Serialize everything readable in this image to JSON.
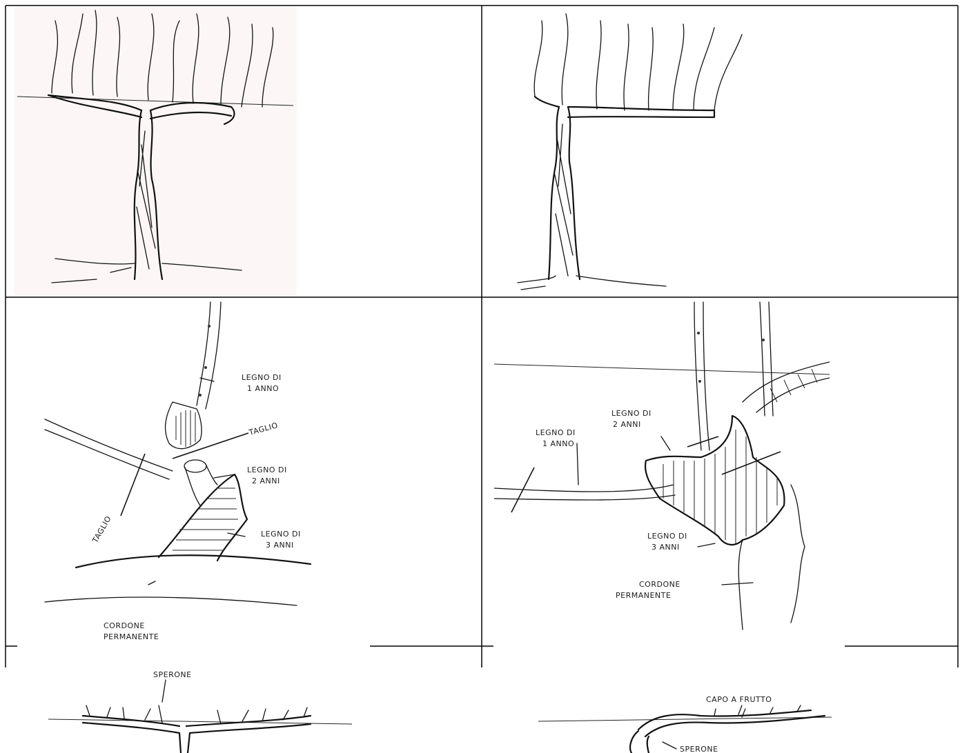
{
  "panels": {
    "p3": {
      "labels": {
        "legno1": [
          "LEGNO DI",
          "1 ANNO"
        ],
        "taglio_top": "TAGLIO",
        "taglio_left": "TAGLIO",
        "legno2": [
          "LEGNO DI",
          "2 ANNI"
        ],
        "legno3": [
          "LEGNO DI",
          "3 ANNI"
        ],
        "cordone": [
          "CORDONE",
          "PERMANENTE"
        ]
      }
    },
    "p4": {
      "labels": {
        "legno2": [
          "LEGNO DI",
          "2 ANNI"
        ],
        "legno1": [
          "LEGNO DI",
          "1 ANNO"
        ],
        "legno3": [
          "LEGNO DI",
          "3 ANNI"
        ],
        "cordone": [
          "CORDONE",
          "PERMANENTE"
        ]
      }
    },
    "p5": {
      "labels": {
        "sperone": "SPERONE"
      }
    },
    "p6": {
      "labels": {
        "capo": "CAPO A FRUTTO",
        "sperone": "SPERONE"
      }
    }
  }
}
